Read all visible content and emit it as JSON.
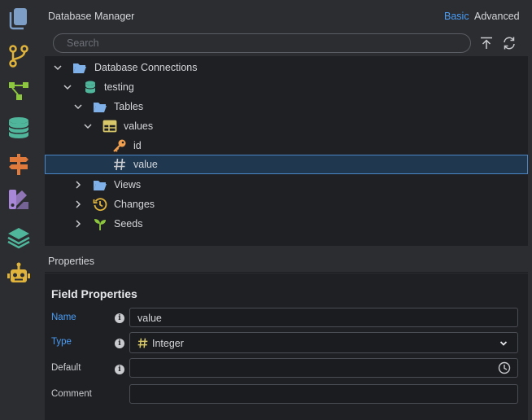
{
  "sidebar": {
    "icons": [
      "files-icon",
      "source-control-icon",
      "git-graph-icon",
      "database-icon",
      "signpost-icon",
      "palette-icon",
      "layers-icon",
      "robot-icon"
    ]
  },
  "header": {
    "title": "Database Manager",
    "mode_basic": "Basic",
    "mode_advanced": "Advanced"
  },
  "search": {
    "placeholder": "Search"
  },
  "tree": {
    "root": "Database Connections",
    "connection": "testing",
    "tables": "Tables",
    "table": "values",
    "field_id": "id",
    "field_value": "value",
    "views": "Views",
    "changes": "Changes",
    "seeds": "Seeds"
  },
  "properties": {
    "header": "Properties",
    "title": "Field Properties",
    "name_label": "Name",
    "name_value": "value",
    "type_label": "Type",
    "type_value": "Integer",
    "default_label": "Default",
    "default_value": "",
    "comment_label": "Comment",
    "comment_value": ""
  },
  "colors": {
    "accent": "#4a9df7",
    "selection": "#1f3850",
    "folder": "#7fb0e8",
    "table_icon": "#d8c86a",
    "key_icon": "#f0a050"
  }
}
